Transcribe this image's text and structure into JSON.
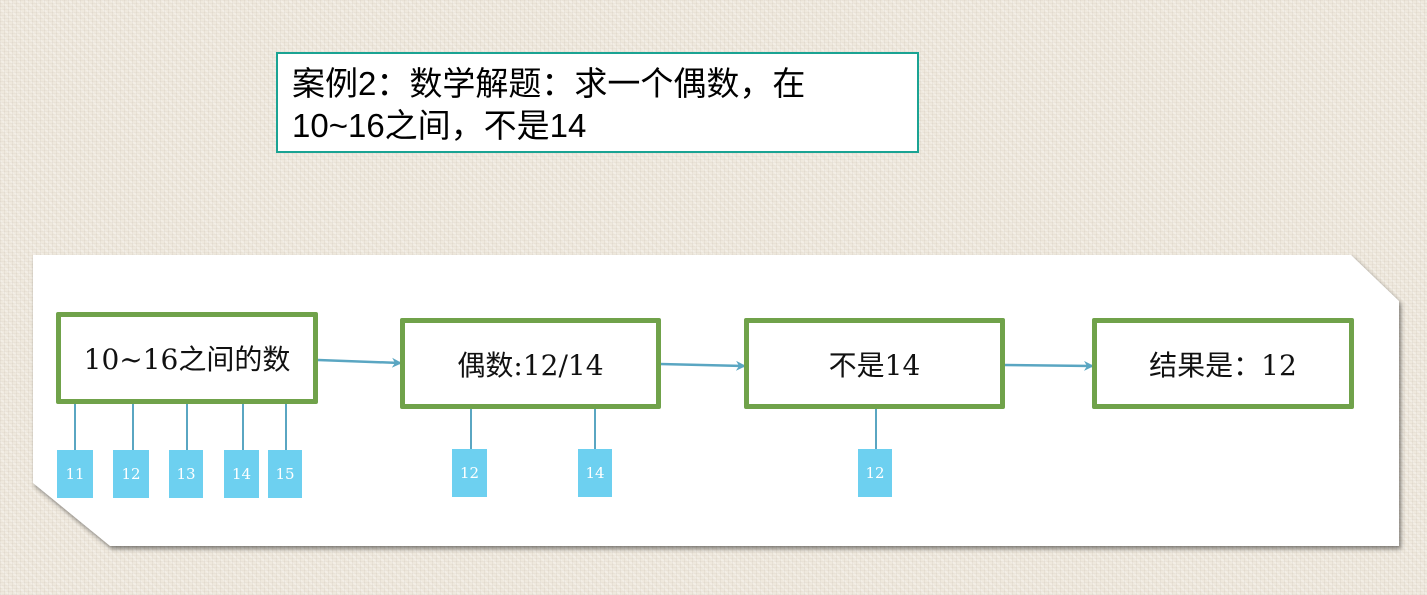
{
  "title": {
    "line1": "案例2：数学解题：求一个偶数，在",
    "line2": "10~16之间，不是14"
  },
  "flow": {
    "steps": [
      {
        "label": "10~16之间的数",
        "tags": [
          "11",
          "12",
          "13",
          "14",
          "15"
        ]
      },
      {
        "label": "偶数:12/14",
        "tags": [
          "12",
          "14"
        ]
      },
      {
        "label": "不是14",
        "tags": [
          "12"
        ]
      },
      {
        "label": "结果是：12",
        "tags": []
      }
    ]
  },
  "colors": {
    "title_border": "#1aa393",
    "step_border": "#70a24a",
    "tag_fill": "#6dd0f0",
    "connector": "#5aa6c2",
    "background": "#efe9de"
  }
}
